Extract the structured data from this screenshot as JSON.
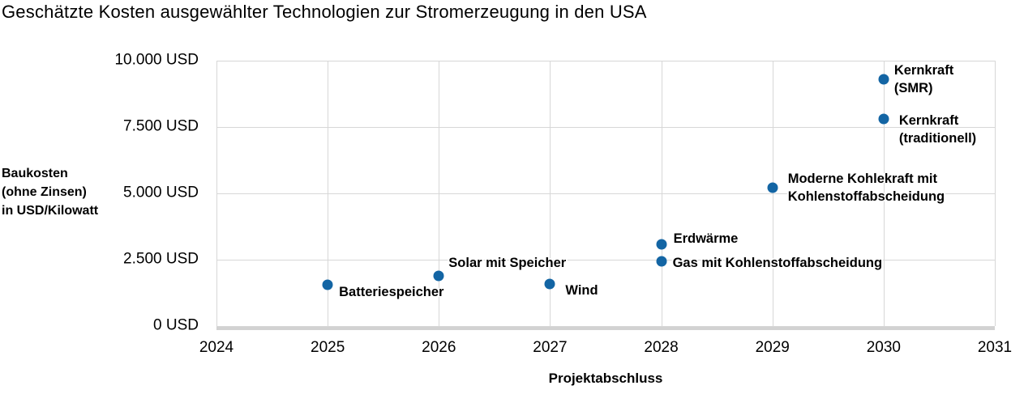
{
  "chart_data": {
    "type": "scatter",
    "title": "Geschätzte Kosten ausgewählter Technologien zur Stromerzeugung in den USA",
    "xlabel": "Projektabschluss",
    "ylabel": "Baukosten\n(ohne Zinsen)\nin USD/Kilowatt",
    "xlim": [
      2024,
      2031
    ],
    "ylim": [
      0,
      10000
    ],
    "grid": true,
    "legend": "none (points labeled directly)",
    "point_color": "#1365a4",
    "grid_color": "#d7d7d7",
    "x_ticks": [
      {
        "value": 2024,
        "label": "2024"
      },
      {
        "value": 2025,
        "label": "2025"
      },
      {
        "value": 2026,
        "label": "2026"
      },
      {
        "value": 2027,
        "label": "2027"
      },
      {
        "value": 2028,
        "label": "2028"
      },
      {
        "value": 2029,
        "label": "2029"
      },
      {
        "value": 2030,
        "label": "2030"
      },
      {
        "value": 2031,
        "label": "2031"
      }
    ],
    "y_ticks": [
      {
        "value": 0,
        "label": "0 USD"
      },
      {
        "value": 2500,
        "label": "2.500 USD"
      },
      {
        "value": 5000,
        "label": "5.000 USD"
      },
      {
        "value": 7500,
        "label": "7.500 USD"
      },
      {
        "value": 10000,
        "label": "10.000 USD"
      }
    ],
    "points": [
      {
        "label": "Batteriespeicher",
        "x": 2025,
        "y": 1540,
        "label_offset": [
          14,
          9
        ]
      },
      {
        "label": "Solar mit Speicher",
        "x": 2026,
        "y": 1900,
        "label_offset": [
          12,
          -16
        ]
      },
      {
        "label": "Wind",
        "x": 2027,
        "y": 1580,
        "label_offset": [
          19,
          8
        ]
      },
      {
        "label": "Gas mit Kohlenstoffabscheidung",
        "x": 2028,
        "y": 2450,
        "label_offset": [
          14,
          2
        ]
      },
      {
        "label": "Erdwärme",
        "x": 2028,
        "y": 3075,
        "label_offset": [
          15,
          -7
        ]
      },
      {
        "label": "Moderne Kohlekraft mit\nKohlenstoffabscheidung",
        "x": 2029,
        "y": 5200,
        "label_offset": [
          19,
          0
        ]
      },
      {
        "label": "Kernkraft\n(traditionell)",
        "x": 2030,
        "y": 7800,
        "label_offset": [
          19,
          13
        ]
      },
      {
        "label": "Kernkraft (SMR)",
        "x": 2030,
        "y": 9300,
        "label_offset": [
          13,
          0
        ]
      }
    ]
  }
}
